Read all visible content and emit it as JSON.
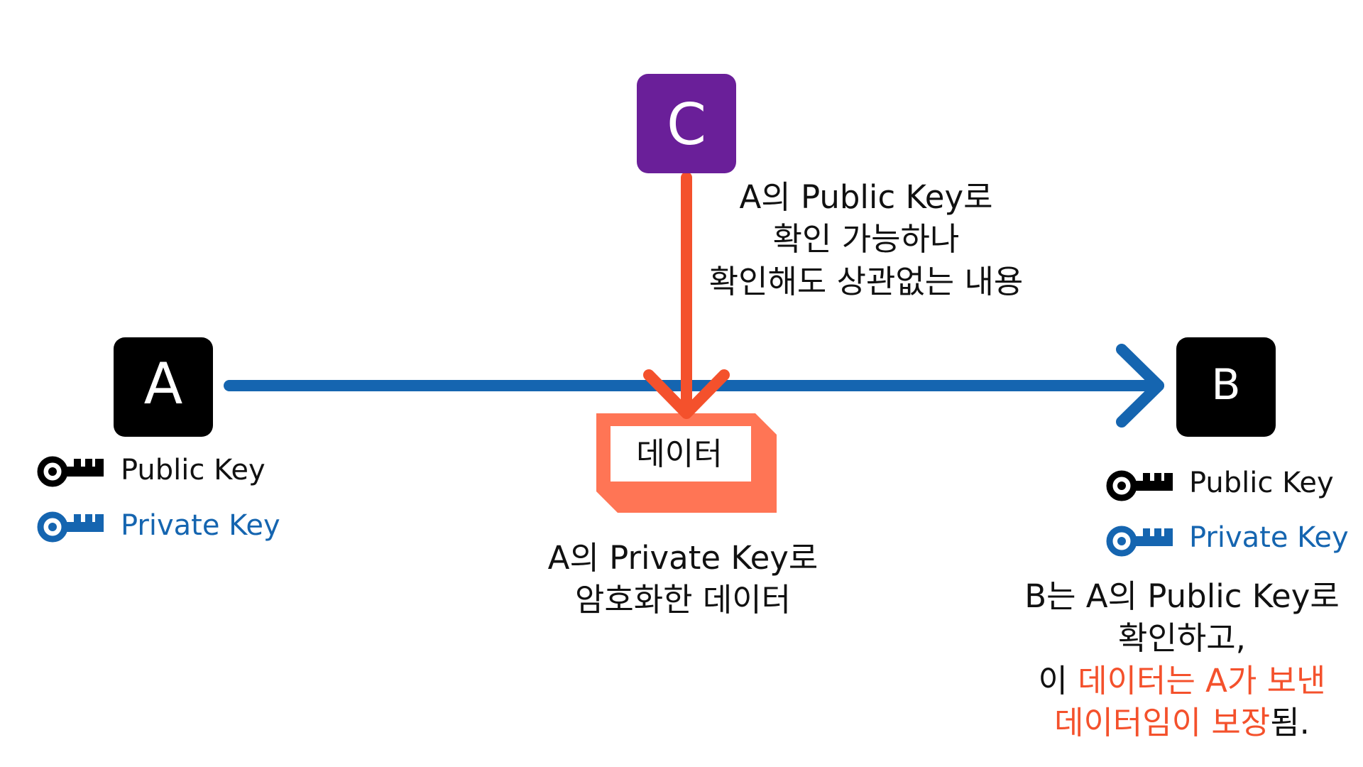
{
  "nodes": {
    "a": "A",
    "b": "B",
    "c": "C"
  },
  "legend": {
    "public_key": "Public Key",
    "private_key": "Private Key"
  },
  "data_box_label": "데이터",
  "captions": {
    "c_note": [
      "A의 Public Key로",
      "확인 가능하나",
      "확인해도 상관없는 내용"
    ],
    "data_note": [
      "A의 Private Key로",
      "암호화한 데이터"
    ],
    "b_note": {
      "line1": "B는 A의 Public Key로",
      "line2": "확인하고,",
      "line3_prefix": "이 ",
      "line3_highlight": "데이터는 A가 보낸",
      "line4_highlight": "데이터임이 보장",
      "line4_suffix": "됨."
    }
  },
  "colors": {
    "node_dark": "#000000",
    "node_c": "#6a1f99",
    "public_key": "#000000",
    "private_key": "#1565b0",
    "flow_arrow": "#1565b0",
    "intercept_arrow": "#f4512c",
    "data_box": "#ff7555",
    "highlight_text": "#f4512c"
  },
  "icons": {
    "public_key": "key-icon",
    "private_key": "key-icon"
  }
}
